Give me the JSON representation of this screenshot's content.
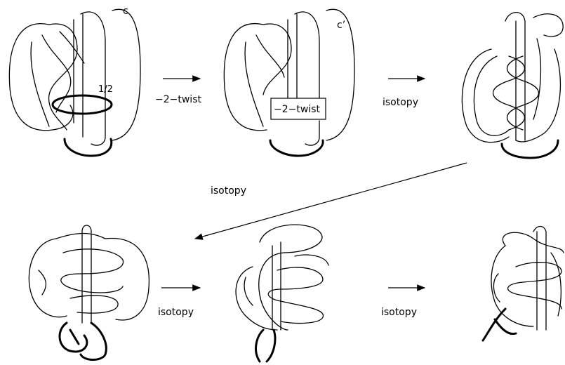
{
  "labels": {
    "curve_c": "c",
    "curve_c_prime": "c’",
    "surgery_coefficient": "1/2",
    "twist_box": "−2−twist",
    "step1": "−2−twist",
    "step2": "isotopy",
    "step3": "isotopy",
    "step4": "isotopy",
    "step5": "isotopy"
  }
}
